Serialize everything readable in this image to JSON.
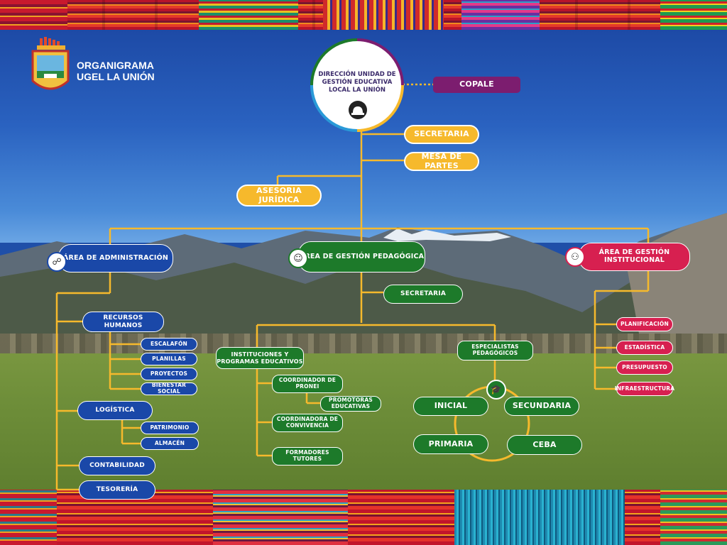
{
  "header": {
    "title_line1": "ORGANIGRAMA",
    "title_line2": "UGEL LA UNIÓN"
  },
  "director": {
    "label": "DIRECCIÓN UNIDAD DE GESTIÓN EDUCATIVA LOCAL LA UNIÓN"
  },
  "copale": {
    "label": "COPALE"
  },
  "secretaria_top": {
    "label": "SECRETARIA"
  },
  "mesa_partes": {
    "label": "MESA DE PARTES"
  },
  "asesoria": {
    "label": "ASESORIA JURÍDICA"
  },
  "admin": {
    "label": "ÁREA DE ADMINISTRACIÓN",
    "recursos_humanos": {
      "label": "RECURSOS HUMANOS",
      "items": [
        "ESCALAFÓN",
        "PLANILLAS",
        "PROYECTOS",
        "BIENESTAR SOCIAL"
      ]
    },
    "logistica": {
      "label": "LOGÍSTICA",
      "items": [
        "PATRIMONIO",
        "ALMACÉN"
      ]
    },
    "contabilidad": "CONTABILIDAD",
    "tesoreria": "TESORERÍA"
  },
  "pedagogica": {
    "label": "ÁREA DE GESTIÓN PEDAGÓGICA",
    "secretaria": "SECRETARIA",
    "instituciones": "INSTITUCIONES Y PROGRAMAS EDUCATIVOS",
    "coord_pronei": "COORDINADOR DE PRONEI",
    "promotoras": "PROMOTORAS EDUCATIVAS",
    "coord_convivencia": "COORDINADORA DE CONVIVENCIA",
    "formadores": "FORMADORES TUTORES",
    "especialistas": "ESPECIALISTAS PEDAGÓGICOS",
    "levels": [
      "INICIAL",
      "SECUNDARIA",
      "PRIMARIA",
      "CEBA"
    ]
  },
  "institucional": {
    "label": "ÁREA DE GESTIÓN INSTITUCIONAL",
    "items": [
      "PLANIFICACIÓN",
      "ESTADÍSTICA",
      "PRESUPUESTO",
      "INFRAESTRUCTURA"
    ]
  },
  "colors": {
    "yellow": "#f6b92c",
    "blue": "#1a48a8",
    "green": "#1d7a2a",
    "red": "#d72050",
    "purple": "#7c1d6f"
  },
  "icons": [
    "logo-shield-icon",
    "hard-hat-icon",
    "people-network-icon",
    "group-icon",
    "org-network-icon",
    "graduation-cap-icon"
  ]
}
